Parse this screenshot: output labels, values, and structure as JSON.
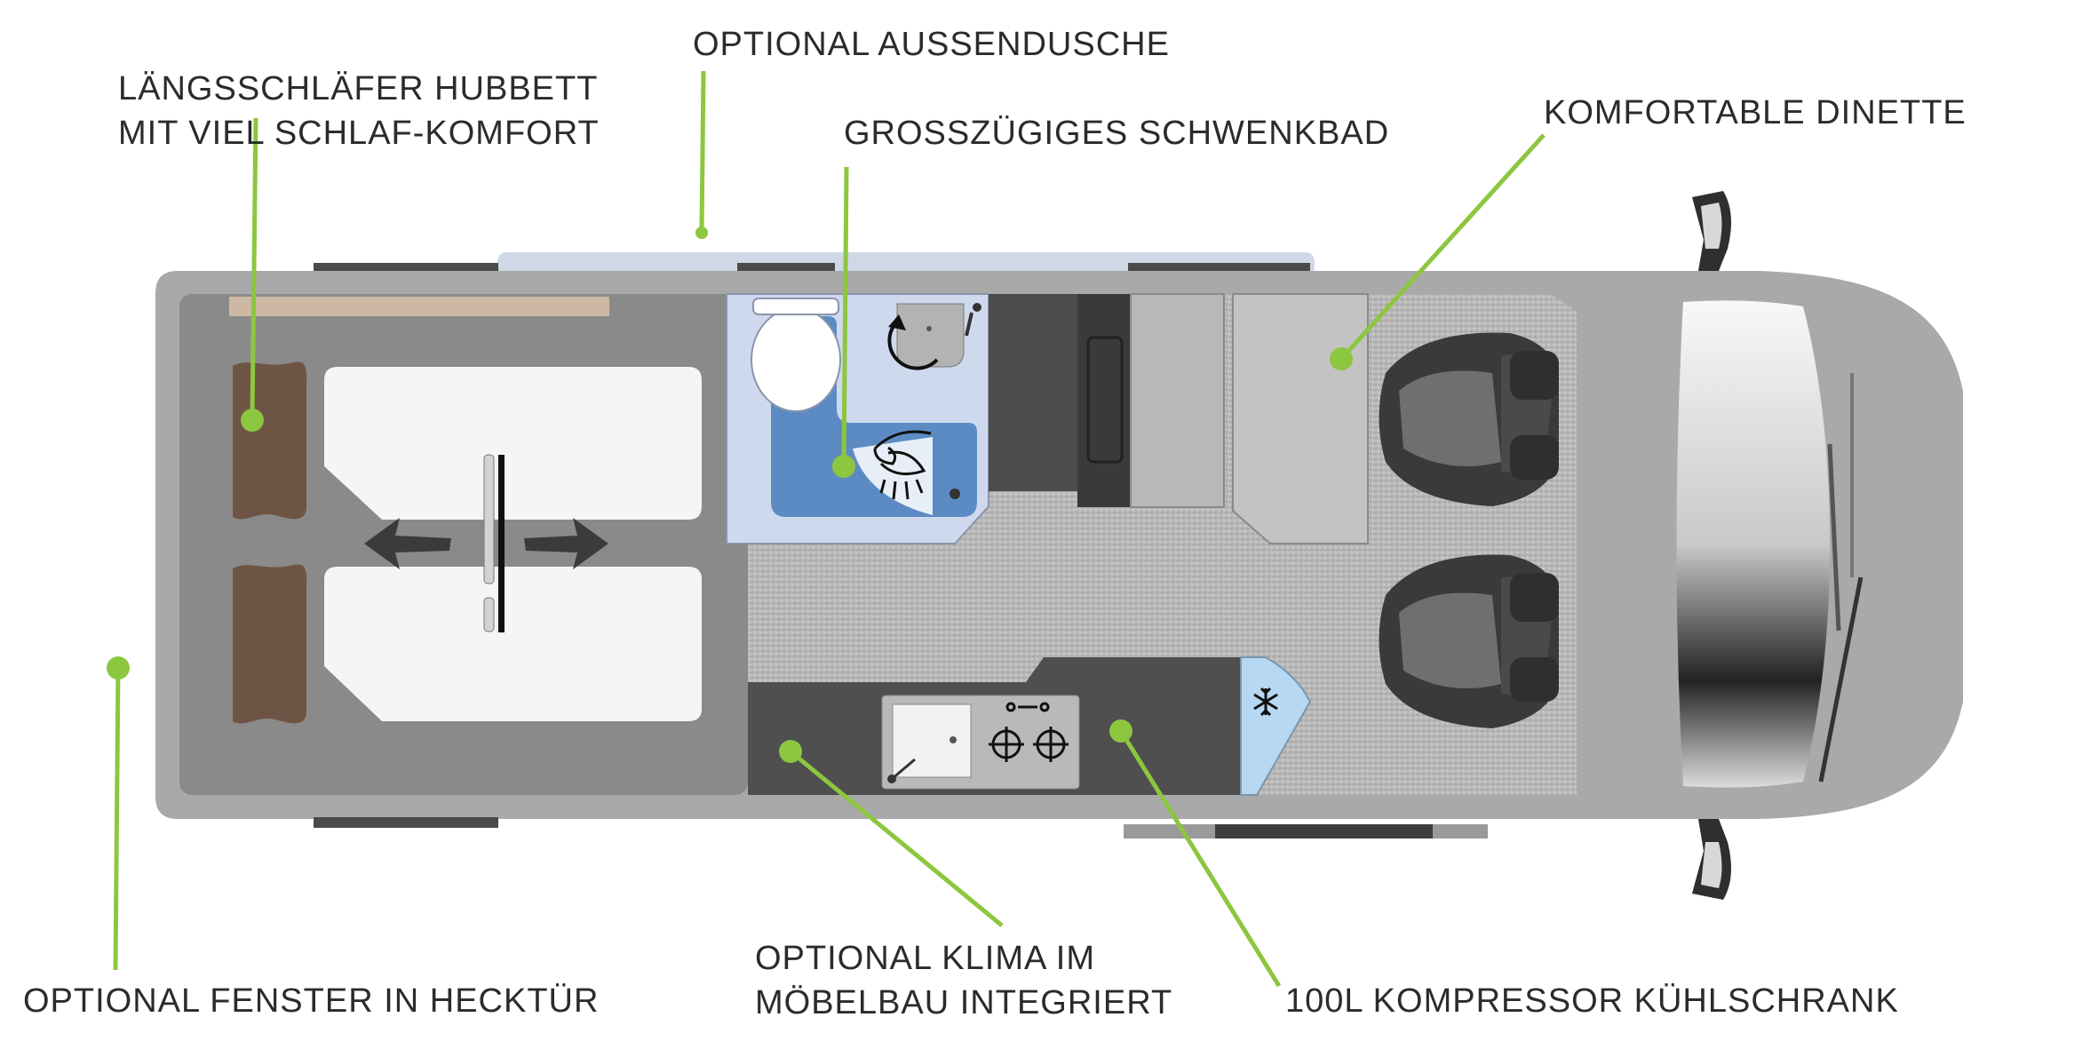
{
  "callouts": {
    "outdoor_shower": "OPTIONAL AUSSENDUSCHE",
    "bed": [
      "LÄNGSSCHLÄFER HUBBETT",
      "MIT VIEL SCHLAF-KOMFORT"
    ],
    "bathroom": "GROSSZÜGIGES SCHWENKBAD",
    "dinette": "KOMFORTABLE DINETTE",
    "rear_window": "OPTIONAL FENSTER IN HECKTÜR",
    "air_conditioning": [
      "OPTIONAL KLIMA IM",
      "MÖBELBAU INTEGRIERT"
    ],
    "fridge": "100L KOMPRESSOR KÜHLSCHRANK"
  },
  "icons": {
    "fridge": "snowflake-icon",
    "shower": "shower-head-icon",
    "stove": "gas-burner-icon"
  },
  "colors": {
    "accent": "#8dc63f",
    "body": "#a9a9a9",
    "interior": "#8a8a8a",
    "bathroom_floor": "#cfd9ee",
    "shower_tray": "#5c8bc4",
    "fridge": "#b6d8f2",
    "bed": "#f5f5f5",
    "bed_frame": "#6e5444",
    "kitchen": "#4f4f4f",
    "text": "#2b2b2b"
  }
}
